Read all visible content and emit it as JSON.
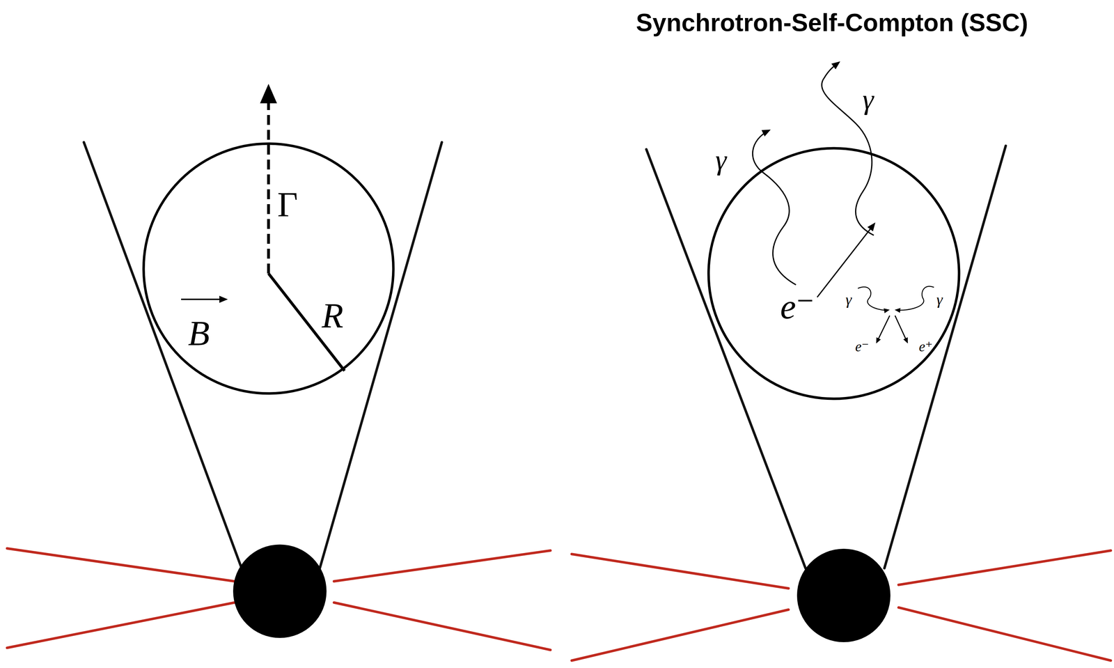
{
  "diagram": {
    "title": "Synchrotron-Self-Compton (SSC)",
    "nodes": [
      {
        "text": [
          "Γ",
          "B",
          "R"
        ]
      },
      {
        "text": [
          "e⁻",
          "γ",
          "γ",
          "e⁻",
          "e⁺"
        ]
      }
    ],
    "labels": [
      "γ",
      "γ"
    ]
  }
}
